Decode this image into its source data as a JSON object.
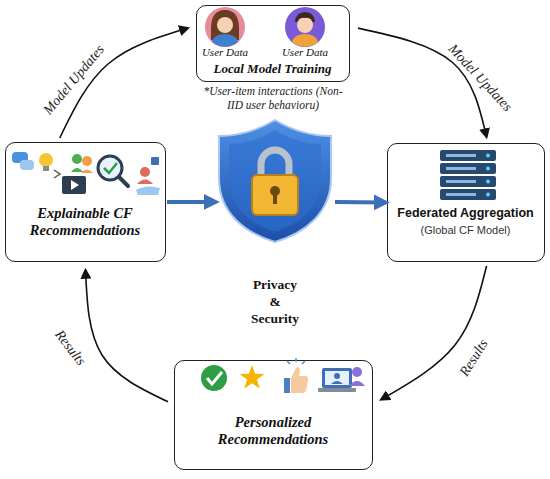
{
  "diagram": {
    "nodes": [
      {
        "text": [
          "User Data",
          "User Data",
          "Local Model Training"
        ]
      },
      {
        "text": [
          "Explainable CF Recommendations"
        ]
      },
      {
        "text": [
          "Privacy & Security"
        ]
      },
      {
        "text": [
          "Federated Aggregation",
          "(Global CF Model)"
        ]
      },
      {
        "text": [
          "Personalized Recommendations"
        ]
      }
    ],
    "edges": [
      {
        "from": 1,
        "to": 0,
        "label": "Model Updates",
        "arrow": "to"
      },
      {
        "from": 0,
        "to": 3,
        "label": "Model Updates",
        "arrow": "to"
      },
      {
        "from": 3,
        "to": 4,
        "label": "Results",
        "arrow": "to"
      },
      {
        "from": 4,
        "to": 1,
        "label": "Results",
        "arrow": "to"
      },
      {
        "from": 1,
        "to": 2,
        "arrow": "to"
      },
      {
        "from": 2,
        "to": 3,
        "arrow": "to"
      }
    ],
    "labels": [
      "*User-item interactions (Non-IID user behavioru)"
    ]
  }
}
